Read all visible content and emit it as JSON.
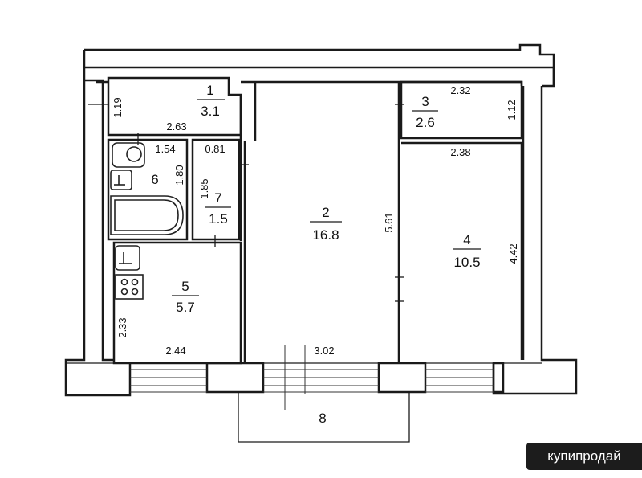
{
  "rooms": [
    {
      "num": "1",
      "area": "3.1"
    },
    {
      "num": "2",
      "area": "16.8"
    },
    {
      "num": "3",
      "area": "2.6"
    },
    {
      "num": "4",
      "area": "10.5"
    },
    {
      "num": "5",
      "area": "5.7"
    },
    {
      "num": "6",
      "area": ""
    },
    {
      "num": "7",
      "area": "1.5"
    },
    {
      "num": "8",
      "area": ""
    }
  ],
  "dims": {
    "r1_height": "1.19",
    "r1_width": "2.63",
    "r6_width": "1.54",
    "r6_height": "1.80",
    "r7_width": "0.81",
    "r7_height": "1.85",
    "r2_height": "5.61",
    "r2_width": "3.02",
    "r3_width": "2.32",
    "r3_height": "1.12",
    "r4_width": "2.38",
    "r4_height": "4.42",
    "r5_height": "2.33",
    "r5_width": "2.44"
  },
  "watermark": "купипродай"
}
